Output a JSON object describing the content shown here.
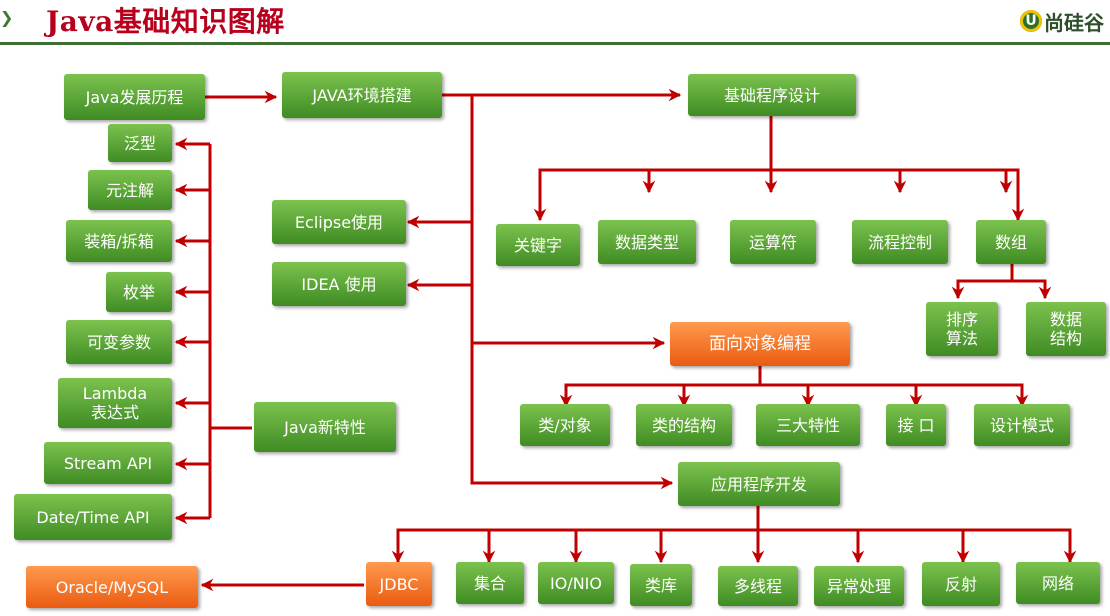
{
  "header": {
    "title": "Java基础知识图解",
    "brand_mark": "U",
    "brand_text": "尚硅谷"
  },
  "colors": {
    "box_green": "#5aa533",
    "box_orange": "#f5751f",
    "connector": "#c00000",
    "title": "#b8001c",
    "header_rule": "#3d6e32"
  },
  "diagram": {
    "nodes": {
      "java_history": "Java发展历程",
      "java_env": "JAVA环境搭建",
      "basic_programming": "基础程序设计",
      "keywords": "关键字",
      "data_types": "数据类型",
      "operators": "运算符",
      "flow_control": "流程控制",
      "arrays": "数组",
      "sort_algorithms": "排序\n算法",
      "data_structures": "数据\n结构",
      "eclipse": "Eclipse使用",
      "idea": "IDEA 使用",
      "generics": "泛型",
      "annotations": "元注解",
      "boxing": "装箱/拆箱",
      "enums": "枚举",
      "varargs": "可变参数",
      "lambda": "Lambda\n表达式",
      "stream_api": "Stream API",
      "datetime_api": "Date/Time API",
      "java_new_features": "Java新特性",
      "oop": "面向对象编程",
      "class_object": "类/对象",
      "class_structure": "类的结构",
      "three_features": "三大特性",
      "interface": "接 口",
      "design_patterns": "设计模式",
      "app_development": "应用程序开发",
      "jdbc": "JDBC",
      "oracle_mysql": "Oracle/MySQL",
      "collections": "集合",
      "io_nio": "IO/NIO",
      "class_library": "类库",
      "multithreading": "多线程",
      "exception_handling": "异常处理",
      "reflection": "反射",
      "networking": "网络"
    }
  }
}
